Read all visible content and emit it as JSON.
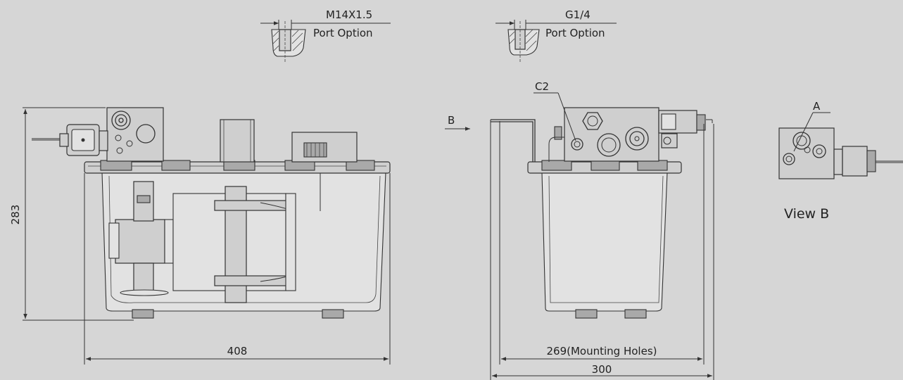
{
  "labels": {
    "port1_thread": "M14X1.5",
    "port1_caption": "Port Option",
    "port2_thread": "G1/4",
    "port2_caption": "Port Option",
    "height_dim": "283",
    "width_front_dim": "408",
    "mounting_dim": "269(Mounting Holes)",
    "width_side_dim": "300",
    "view_arrow": "B",
    "port_c2": "C2",
    "port_a": "A",
    "view_b_caption": "View B"
  }
}
